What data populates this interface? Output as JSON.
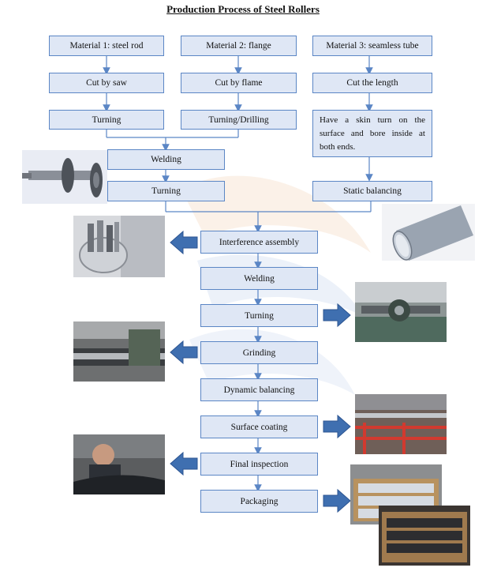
{
  "title": "Production Process of Steel Rollers",
  "materials": {
    "m1": "Material 1: steel rod",
    "m2": "Material 2: flange",
    "m3": "Material 3: seamless tube"
  },
  "steps": {
    "cut_saw": "Cut by saw",
    "cut_flame": "Cut by flame",
    "cut_length": "Cut the length",
    "turning1": "Turning",
    "turning_drilling": "Turning/Drilling",
    "skin_turn": "Have a skin turn on the surface and bore inside at both ends.",
    "welding1": "Welding",
    "turning2": "Turning",
    "static_balancing": "Static balancing",
    "interference_assembly": "Interference assembly",
    "welding2": "Welding",
    "turning3": "Turning",
    "grinding": "Grinding",
    "dynamic_balancing": "Dynamic balancing",
    "surface_coating": "Surface coating",
    "final_inspection": "Final inspection",
    "packaging": "Packaging"
  },
  "colors": {
    "box_fill": "#dfe7f5",
    "box_border": "#5b86c5",
    "arrow": "#5b86c5",
    "big_arrow": "#3f6fb0"
  }
}
